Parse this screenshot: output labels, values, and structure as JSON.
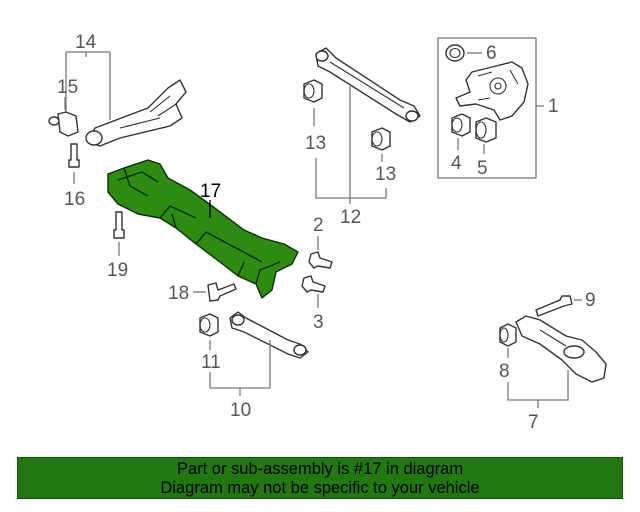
{
  "callouts": {
    "c1": "1",
    "c2": "2",
    "c3": "3",
    "c4": "4",
    "c5": "5",
    "c6": "6",
    "c7": "7",
    "c8": "8",
    "c9": "9",
    "c10": "10",
    "c11": "11",
    "c12": "12",
    "c13a": "13",
    "c13b": "13",
    "c14": "14",
    "c15": "15",
    "c16": "16",
    "c17": "17",
    "c18": "18",
    "c19": "19"
  },
  "banner": {
    "line1": "Part or sub-assembly is #17 in diagram",
    "line2": "Diagram may not be specific to your vehicle"
  },
  "colors": {
    "highlight_part": "#2e8b12",
    "banner_background": "#21780f",
    "label_text": "#555555"
  },
  "highlighted_part": "17"
}
